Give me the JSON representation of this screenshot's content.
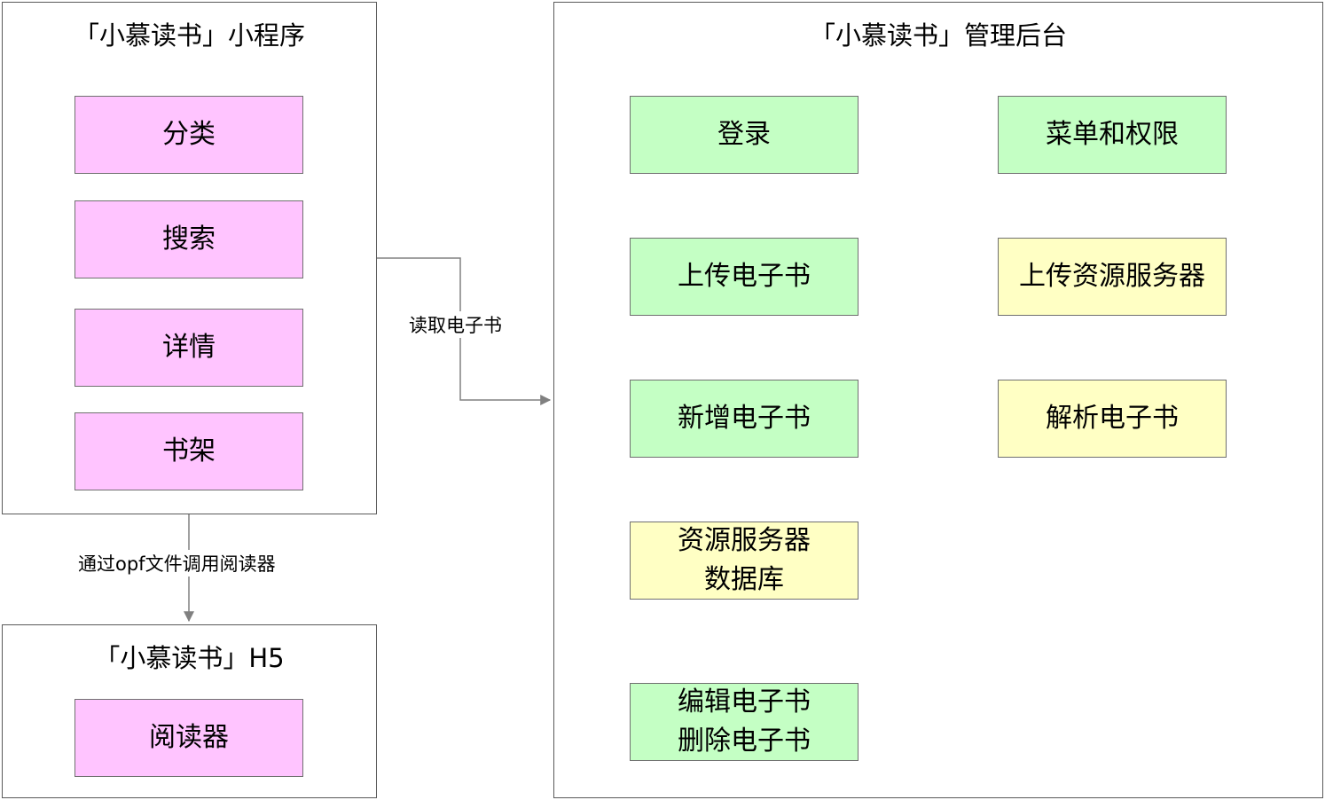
{
  "mini_program": {
    "title": "「小慕读书」小程序",
    "nodes": [
      "分类",
      "搜索",
      "详情",
      "书架"
    ]
  },
  "h5": {
    "title": "「小慕读书」H5",
    "reader": "阅读器"
  },
  "admin": {
    "title": "「小慕读书」管理后台",
    "login": "登录",
    "menu_permissions": "菜单和权限",
    "upload_ebook": "上传电子书",
    "upload_resource_server": "上传资源服务器",
    "parse_ebook": "解析电子书",
    "add_ebook": "新增电子书",
    "resource_db": [
      "资源服务器",
      "数据库"
    ],
    "edit_delete": [
      "编辑电子书",
      "删除电子书"
    ]
  },
  "edges": {
    "read_ebook": "读取电子书",
    "call_reader": "通过opf文件调用阅读器"
  },
  "colors": {
    "client_node": "#ffc4ff",
    "admin_node": "#c4ffc4",
    "server_node": "#ffffc4",
    "line": "#808080"
  }
}
